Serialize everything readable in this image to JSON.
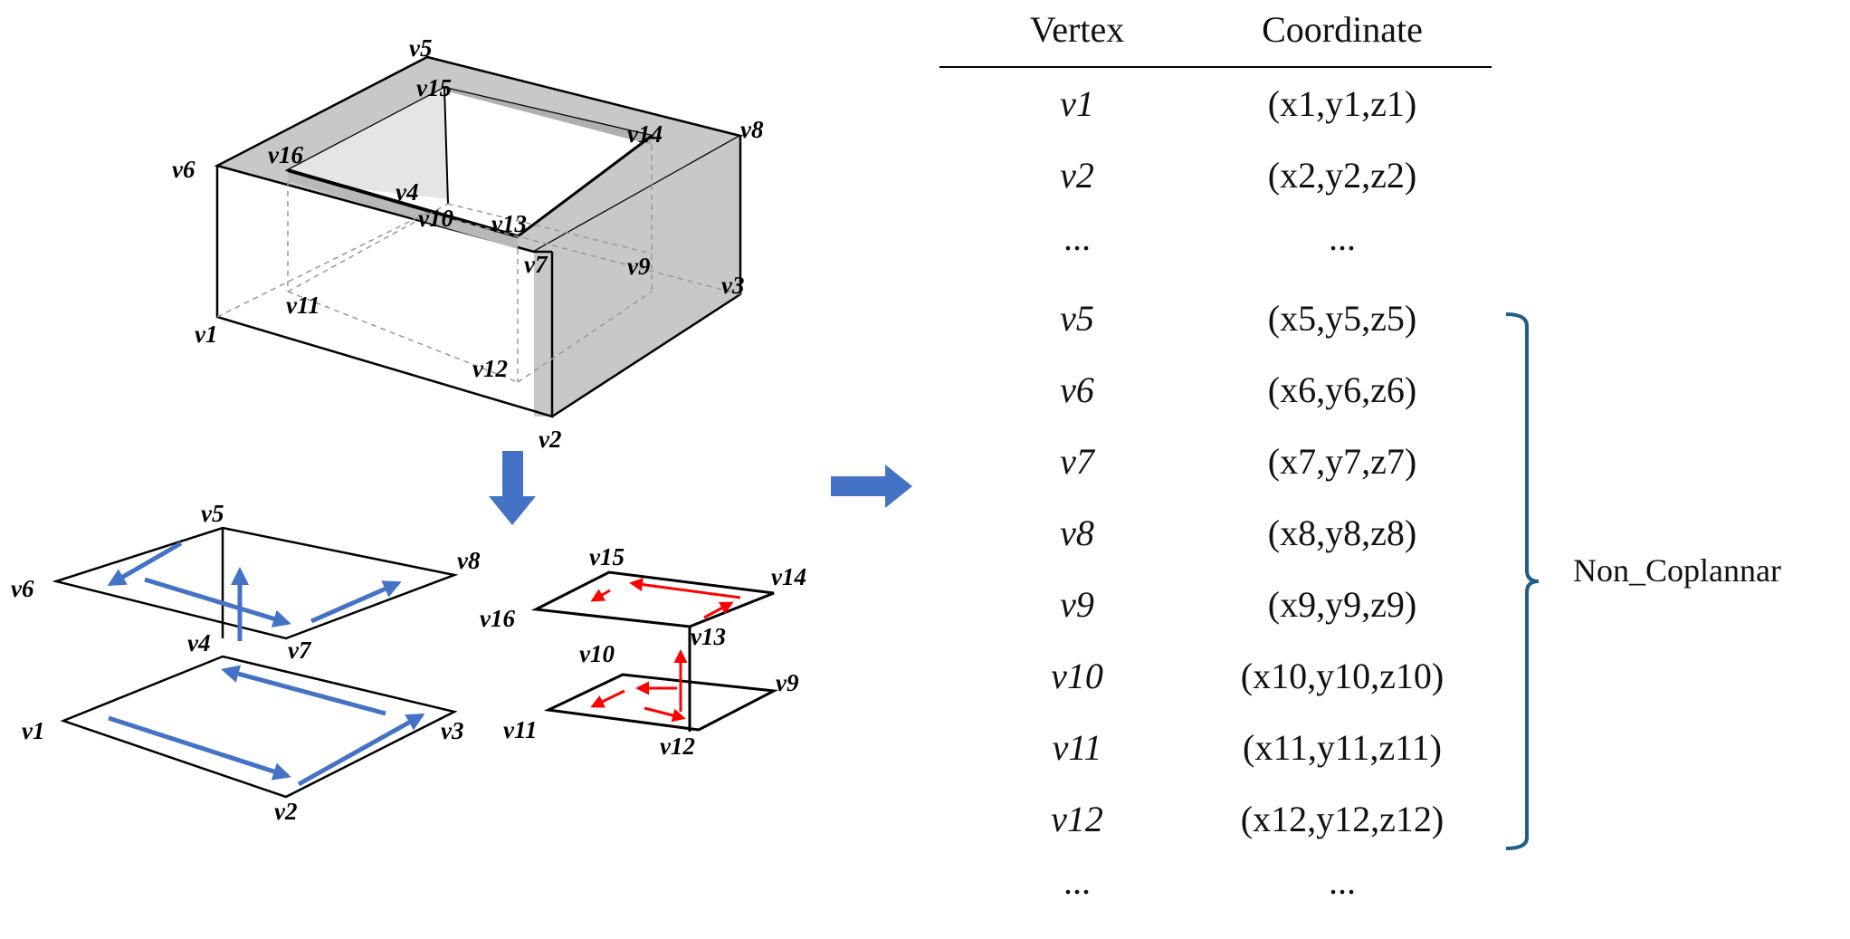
{
  "diagram": {
    "table": {
      "headers": {
        "vertex": "Vertex",
        "coordinate": "Coordinate"
      },
      "rows": [
        {
          "vertex": "v1",
          "coord": "(x1,y1,z1)"
        },
        {
          "vertex": "v2",
          "coord": "(x2,y2,z2)"
        },
        {
          "vertex": "...",
          "coord": "..."
        },
        {
          "vertex": "v5",
          "coord": "(x5,y5,z5)"
        },
        {
          "vertex": "v6",
          "coord": "(x6,y6,z6)"
        },
        {
          "vertex": "v7",
          "coord": "(x7,y7,z7)"
        },
        {
          "vertex": "v8",
          "coord": "(x8,y8,z8)"
        },
        {
          "vertex": "v9",
          "coord": "(x9,y9,z9)"
        },
        {
          "vertex": "v10",
          "coord": "(x10,y10,z10)"
        },
        {
          "vertex": "v11",
          "coord": "(x11,y11,z11)"
        },
        {
          "vertex": "v12",
          "coord": "(x12,y12,z12)"
        },
        {
          "vertex": "...",
          "coord": "..."
        }
      ]
    },
    "bracket_label": "Non_Coplannar",
    "box_labels": {
      "v1": "v1",
      "v2": "v2",
      "v3": "v3",
      "v4": "v4",
      "v5": "v5",
      "v6": "v6",
      "v7": "v7",
      "v8": "v8",
      "v9": "v9",
      "v10": "v10",
      "v11": "v11",
      "v12": "v12",
      "v13": "v13",
      "v14": "v14",
      "v15": "v15",
      "v16": "v16"
    },
    "outer_rings": {
      "v5": "v5",
      "v6": "v6",
      "v7": "v7",
      "v8": "v8",
      "v4": "v4",
      "v1": "v1",
      "v2": "v2",
      "v3": "v3"
    },
    "inner_rings": {
      "v15": "v15",
      "v14": "v14",
      "v16": "v16",
      "v13": "v13",
      "v10": "v10",
      "v9": "v9",
      "v11": "v11",
      "v12": "v12"
    },
    "colors": {
      "blue_arrow": "#4472C4",
      "red_arrow": "#FF0000",
      "shaded_face": "#C8C8C8",
      "bracket": "#1F5F86",
      "block_arrow": "#4472C4"
    }
  }
}
